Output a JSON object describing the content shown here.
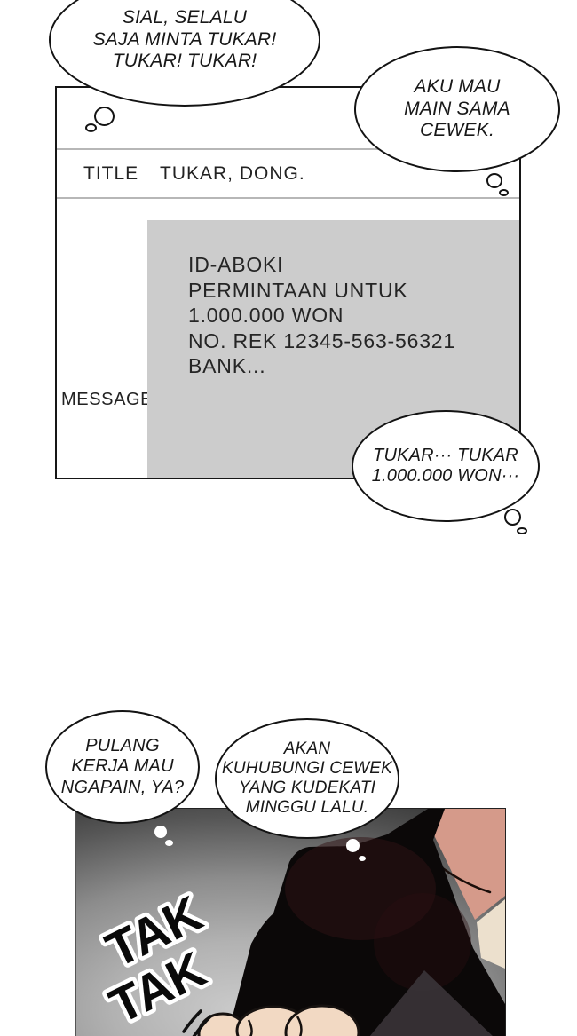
{
  "page": {
    "kind": "webtoon comic page",
    "language": "Indonesian"
  },
  "bubbles": [
    {
      "id": "thought-sial",
      "text": "SIAL, SELALU\nSAJA MINTA TUKAR!\nTUKAR! TUKAR!"
    },
    {
      "id": "thought-aku",
      "text": "AKU MAU\nMAIN SAMA\nCEWEK."
    },
    {
      "id": "thought-tukar",
      "text": "TUKAR··· TUKAR\n1.000.000 WON···"
    },
    {
      "id": "thought-pulang",
      "text": "PULANG\nKERJA MAU\nNGAPAIN, YA?"
    },
    {
      "id": "thought-akan",
      "text": "AKAN\nKUHUBUNGI CEWEK\nYANG KUDEKATI\nMINGGU LALU."
    }
  ],
  "form": {
    "title_label": "TITLE",
    "title_value": "TUKAR, DONG.",
    "message_label": "MESSAGE",
    "message_text": "ID-ABOKI\nPERMINTAAN UNTUK\n1.000.000 WON\nNO. REK 12345-563-56321\nBANK..."
  },
  "panel": {
    "sfx": [
      "TAK",
      "TAK"
    ]
  },
  "colors": {
    "ink": "#131313",
    "message_box_gray": "#cccccc",
    "panel_dark": "#333333",
    "panel_light": "#cacaca",
    "skin": "#d59a8a",
    "collar_cream": "#ece0cd",
    "silhouette_black": "#0b0808",
    "silhouette_maroon": "#2f1113",
    "finger_skin": "#f2d9c3"
  }
}
